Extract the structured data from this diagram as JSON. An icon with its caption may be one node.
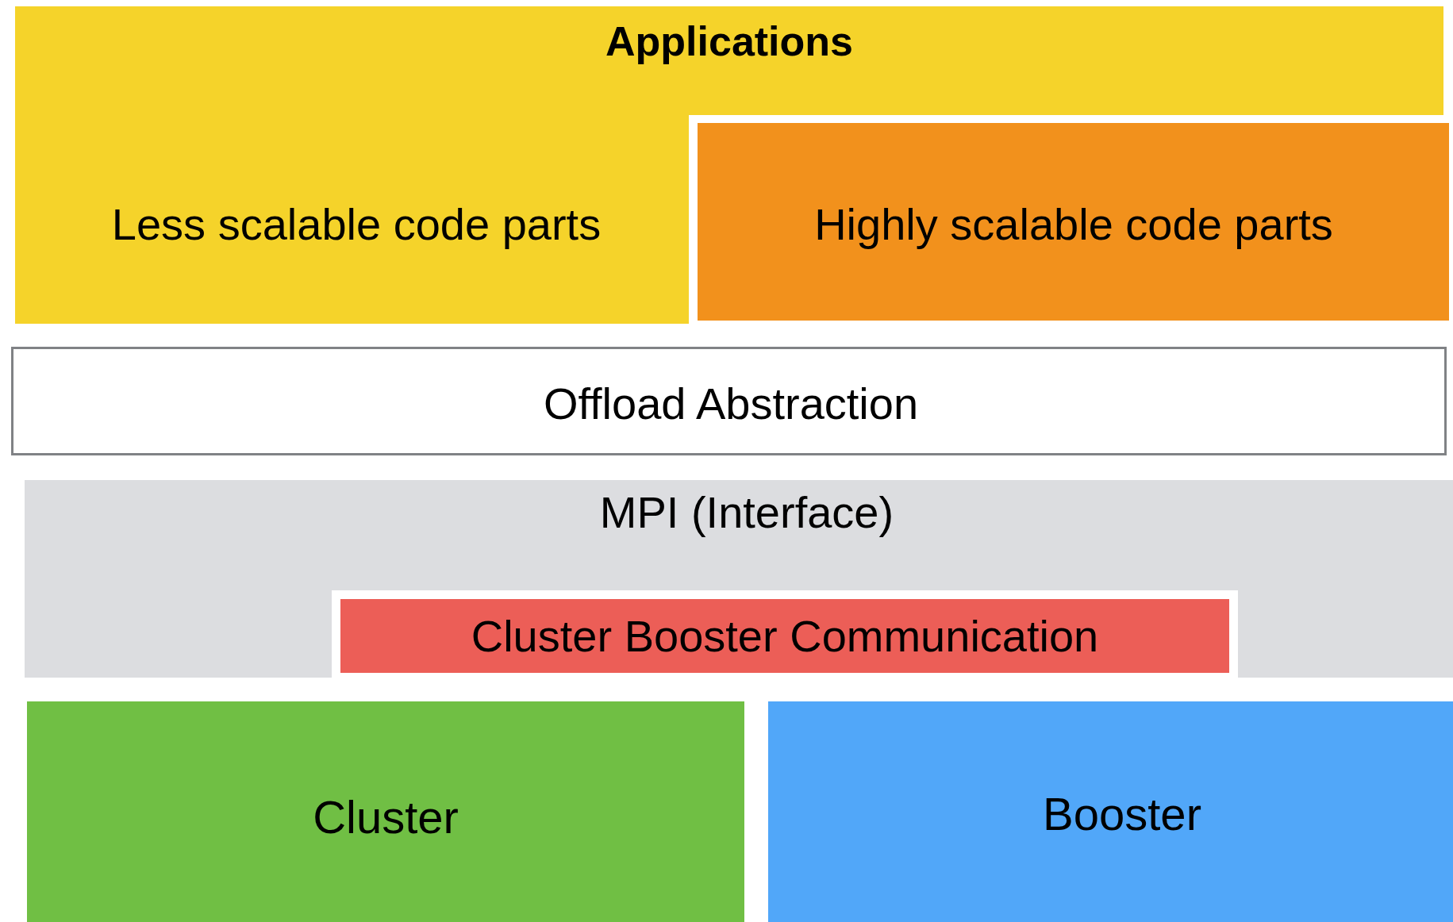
{
  "diagram": {
    "nodes": [
      {
        "text": [
          "Applications",
          "Less scalable code parts"
        ]
      },
      {
        "text": [
          "Highly scalable code parts"
        ]
      },
      {
        "text": [
          "Offload Abstraction"
        ]
      },
      {
        "text": [
          "MPI (Interface)"
        ]
      },
      {
        "text": [
          "Cluster Booster Communication"
        ],
        "in": 3
      },
      {
        "text": [
          "Cluster"
        ]
      },
      {
        "text": [
          "Booster"
        ]
      }
    ]
  }
}
